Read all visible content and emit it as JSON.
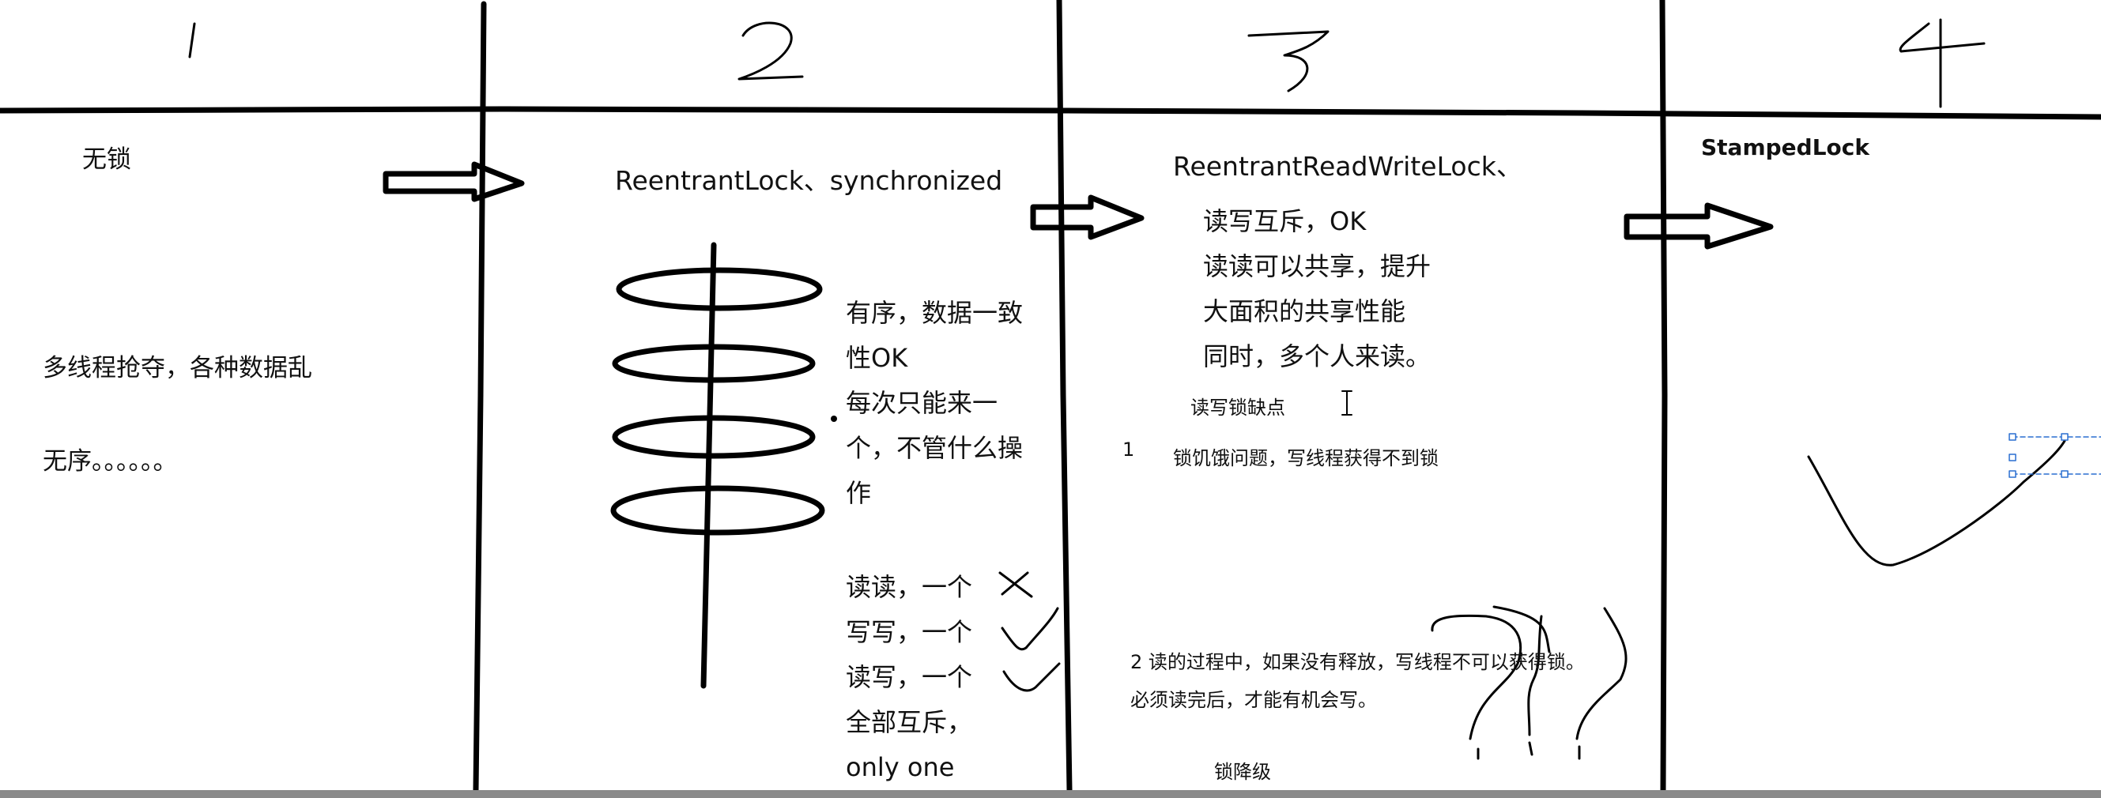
{
  "columns": [
    {
      "number": "1",
      "title": "无锁",
      "lines": [
        "多线程抢夺，各种数据乱",
        "无序。。。。。。"
      ]
    },
    {
      "number": "2",
      "title": "ReentrantLock、synchronized",
      "lines": [
        "有序，数据一致",
        "性OK",
        "每次只能来一",
        "个，不管什么操",
        "作"
      ],
      "modes": [
        "读读，一个",
        "写写，一个",
        "读写，一个",
        "全部互斥，",
        "only one"
      ]
    },
    {
      "number": "3",
      "title": "ReentrantReadWriteLock、",
      "lines": [
        "读写互斥，OK",
        "读读可以共享，提升",
        "大面积的共享性能",
        "同时，多个人来读。"
      ],
      "drawbacks_title": "读写锁缺点",
      "drawback_1_num": "1",
      "drawback_1": "锁饥饿问题，写线程获得不到锁",
      "drawback_2a": "2 读的过程中，如果没有释放，写线程不可以获得锁。",
      "drawback_2b": "必须读完后，才能有机会写。",
      "downgrade": "锁降级"
    },
    {
      "number": "4",
      "title": "StampedLock"
    }
  ],
  "icons": [
    "arrow-right-icon",
    "cross-mark-icon",
    "check-mark-icon",
    "question-mark-icon",
    "text-cursor-icon"
  ]
}
